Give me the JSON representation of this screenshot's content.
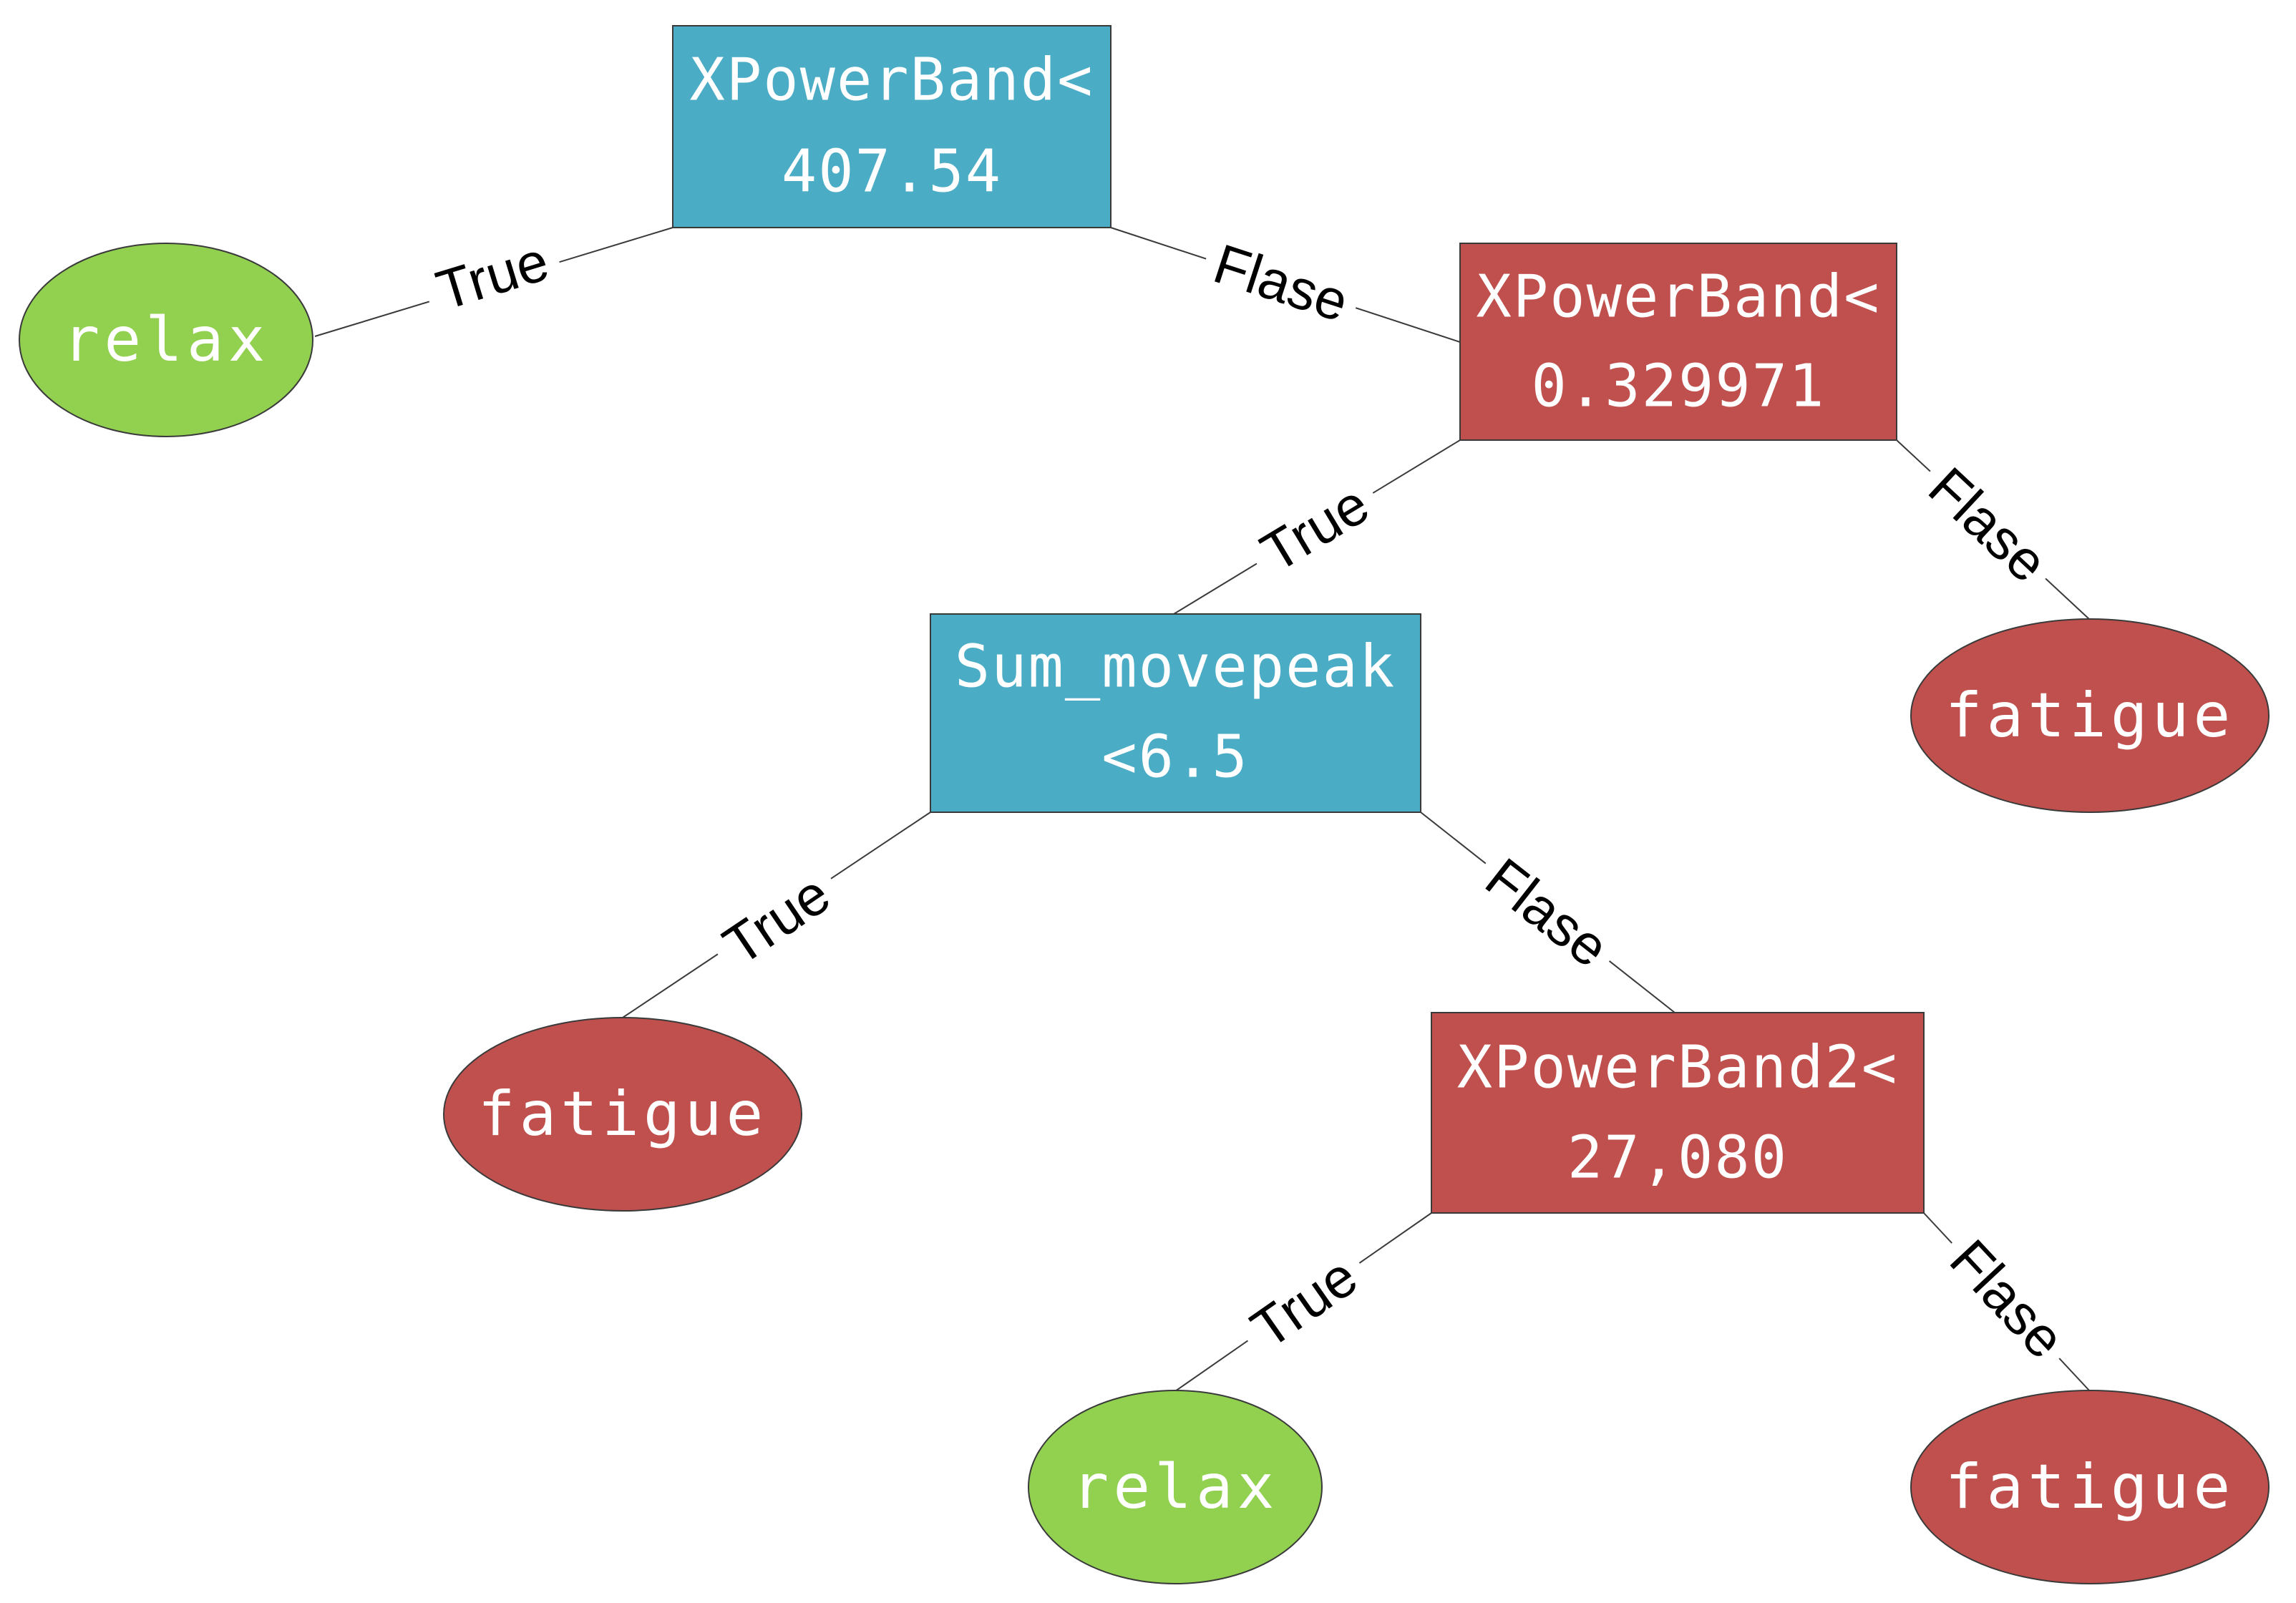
{
  "colors": {
    "blue": "#4BACC6",
    "red": "#C0504D",
    "green": "#92D050"
  },
  "nodes": {
    "n1": {
      "line1": "XPowerBand<",
      "line2": "407.54",
      "color": "blue"
    },
    "n2": {
      "line1": "XPowerBand<",
      "line2": "0.329971",
      "color": "red"
    },
    "n3": {
      "line1": "Sum_movepeak",
      "line2": "<6.5",
      "color": "blue"
    },
    "n4": {
      "line1": "XPowerBand2<",
      "line2": "27,080",
      "color": "red"
    }
  },
  "leaves": {
    "l1": {
      "label": "relax",
      "color": "green"
    },
    "l2": {
      "label": "fatigue",
      "color": "red"
    },
    "l3": {
      "label": "fatigue",
      "color": "red"
    },
    "l4": {
      "label": "relax",
      "color": "green"
    },
    "l5": {
      "label": "fatigue",
      "color": "red"
    }
  },
  "edges": {
    "e1": "True",
    "e2": "Flase",
    "e3": "True",
    "e4": "Flase",
    "e5": "True",
    "e6": "Flase",
    "e7": "True",
    "e8": "Flase"
  }
}
